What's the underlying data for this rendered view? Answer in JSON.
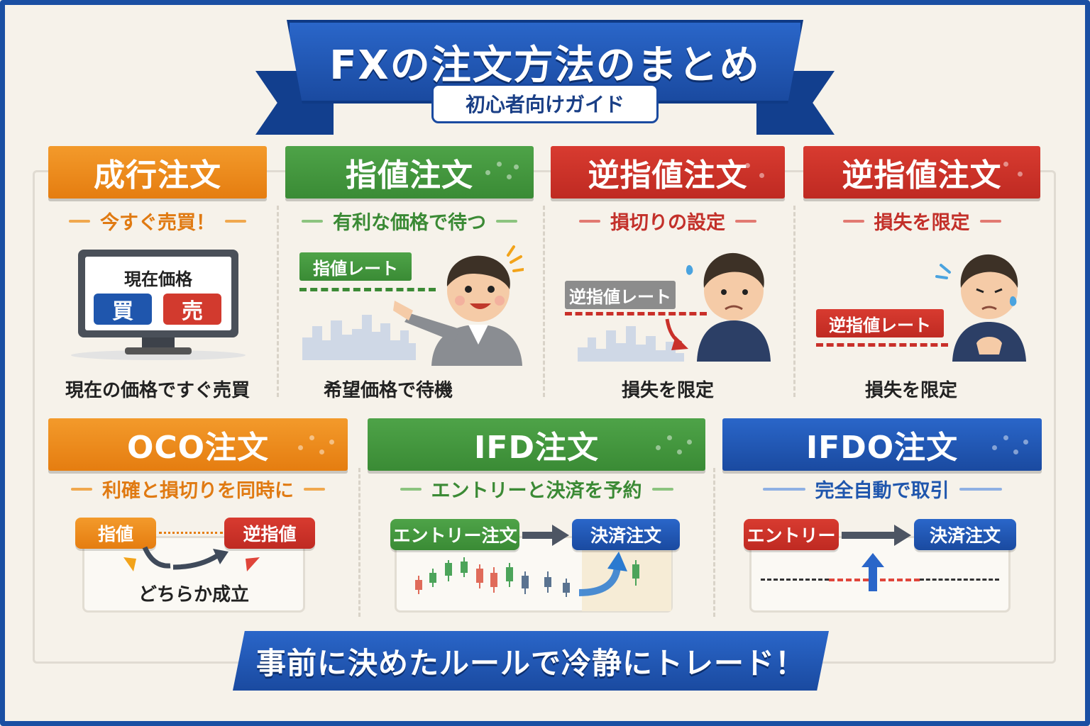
{
  "header": {
    "title": "FXの注文方法のまとめ",
    "subtitle": "初心者向けガイド"
  },
  "cards_top": [
    {
      "title": "成行注文",
      "tagline": "今すぐ売買！",
      "caption": "現在の価格ですぐ売買",
      "color": "#e8851a"
    },
    {
      "title": "指値注文",
      "tagline": "有利な価格で待つ",
      "caption": "希望価格で待機",
      "color": "#42963d"
    },
    {
      "title": "逆指値注文",
      "tagline": "損切りの設定",
      "caption": "損失を限定",
      "color": "#c9302a"
    },
    {
      "title": "逆指値注文",
      "tagline": "損失を限定",
      "caption": "損失を限定",
      "color": "#c9302a"
    }
  ],
  "monitor": {
    "label": "現在価格",
    "buy": "買",
    "sell": "売"
  },
  "rate_tags": {
    "limit": "指値レート",
    "stop1": "逆指値レート",
    "stop2": "逆指値レート"
  },
  "cards_bottom": [
    {
      "title": "OCO注文",
      "tagline": "利確と損切りを同時に",
      "color": "#e8851a"
    },
    {
      "title": "IFD注文",
      "tagline": "エントリーと決済を予約",
      "color": "#42963d"
    },
    {
      "title": "IFDO注文",
      "tagline": "完全自動で取引",
      "color": "#1f56ad"
    }
  ],
  "oco": {
    "left": "指値",
    "right": "逆指値",
    "result": "どちらか成立"
  },
  "ifd": {
    "entry": "エントリー注文",
    "exit": "決済注文"
  },
  "ifdo": {
    "entry": "エントリー",
    "exit": "決済注文"
  },
  "footer": {
    "message": "事前に決めたルールで冷静にトレード！"
  }
}
